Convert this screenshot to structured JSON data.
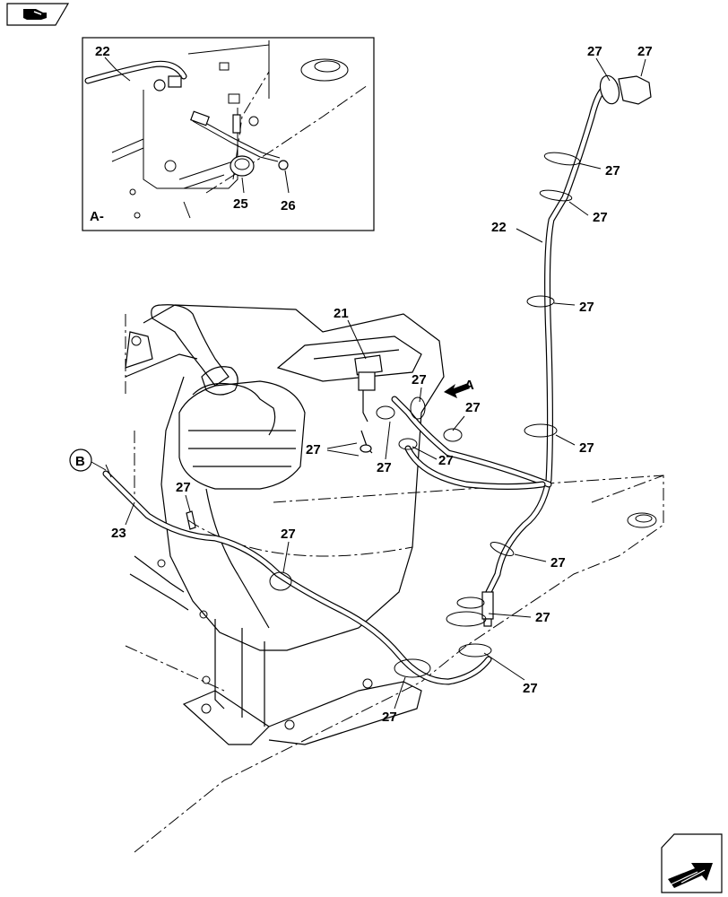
{
  "view_label": "A-",
  "direction_label": "A",
  "connector_label": "B",
  "callouts": {
    "inset_harness": "22",
    "inset_buzzer": "25",
    "inset_screw": "26",
    "main_harness": "22",
    "switch": "21",
    "harness_b": "23",
    "clamp": "27"
  },
  "icons": [
    "hand-pointer-icon",
    "direction-arrow-icon"
  ]
}
